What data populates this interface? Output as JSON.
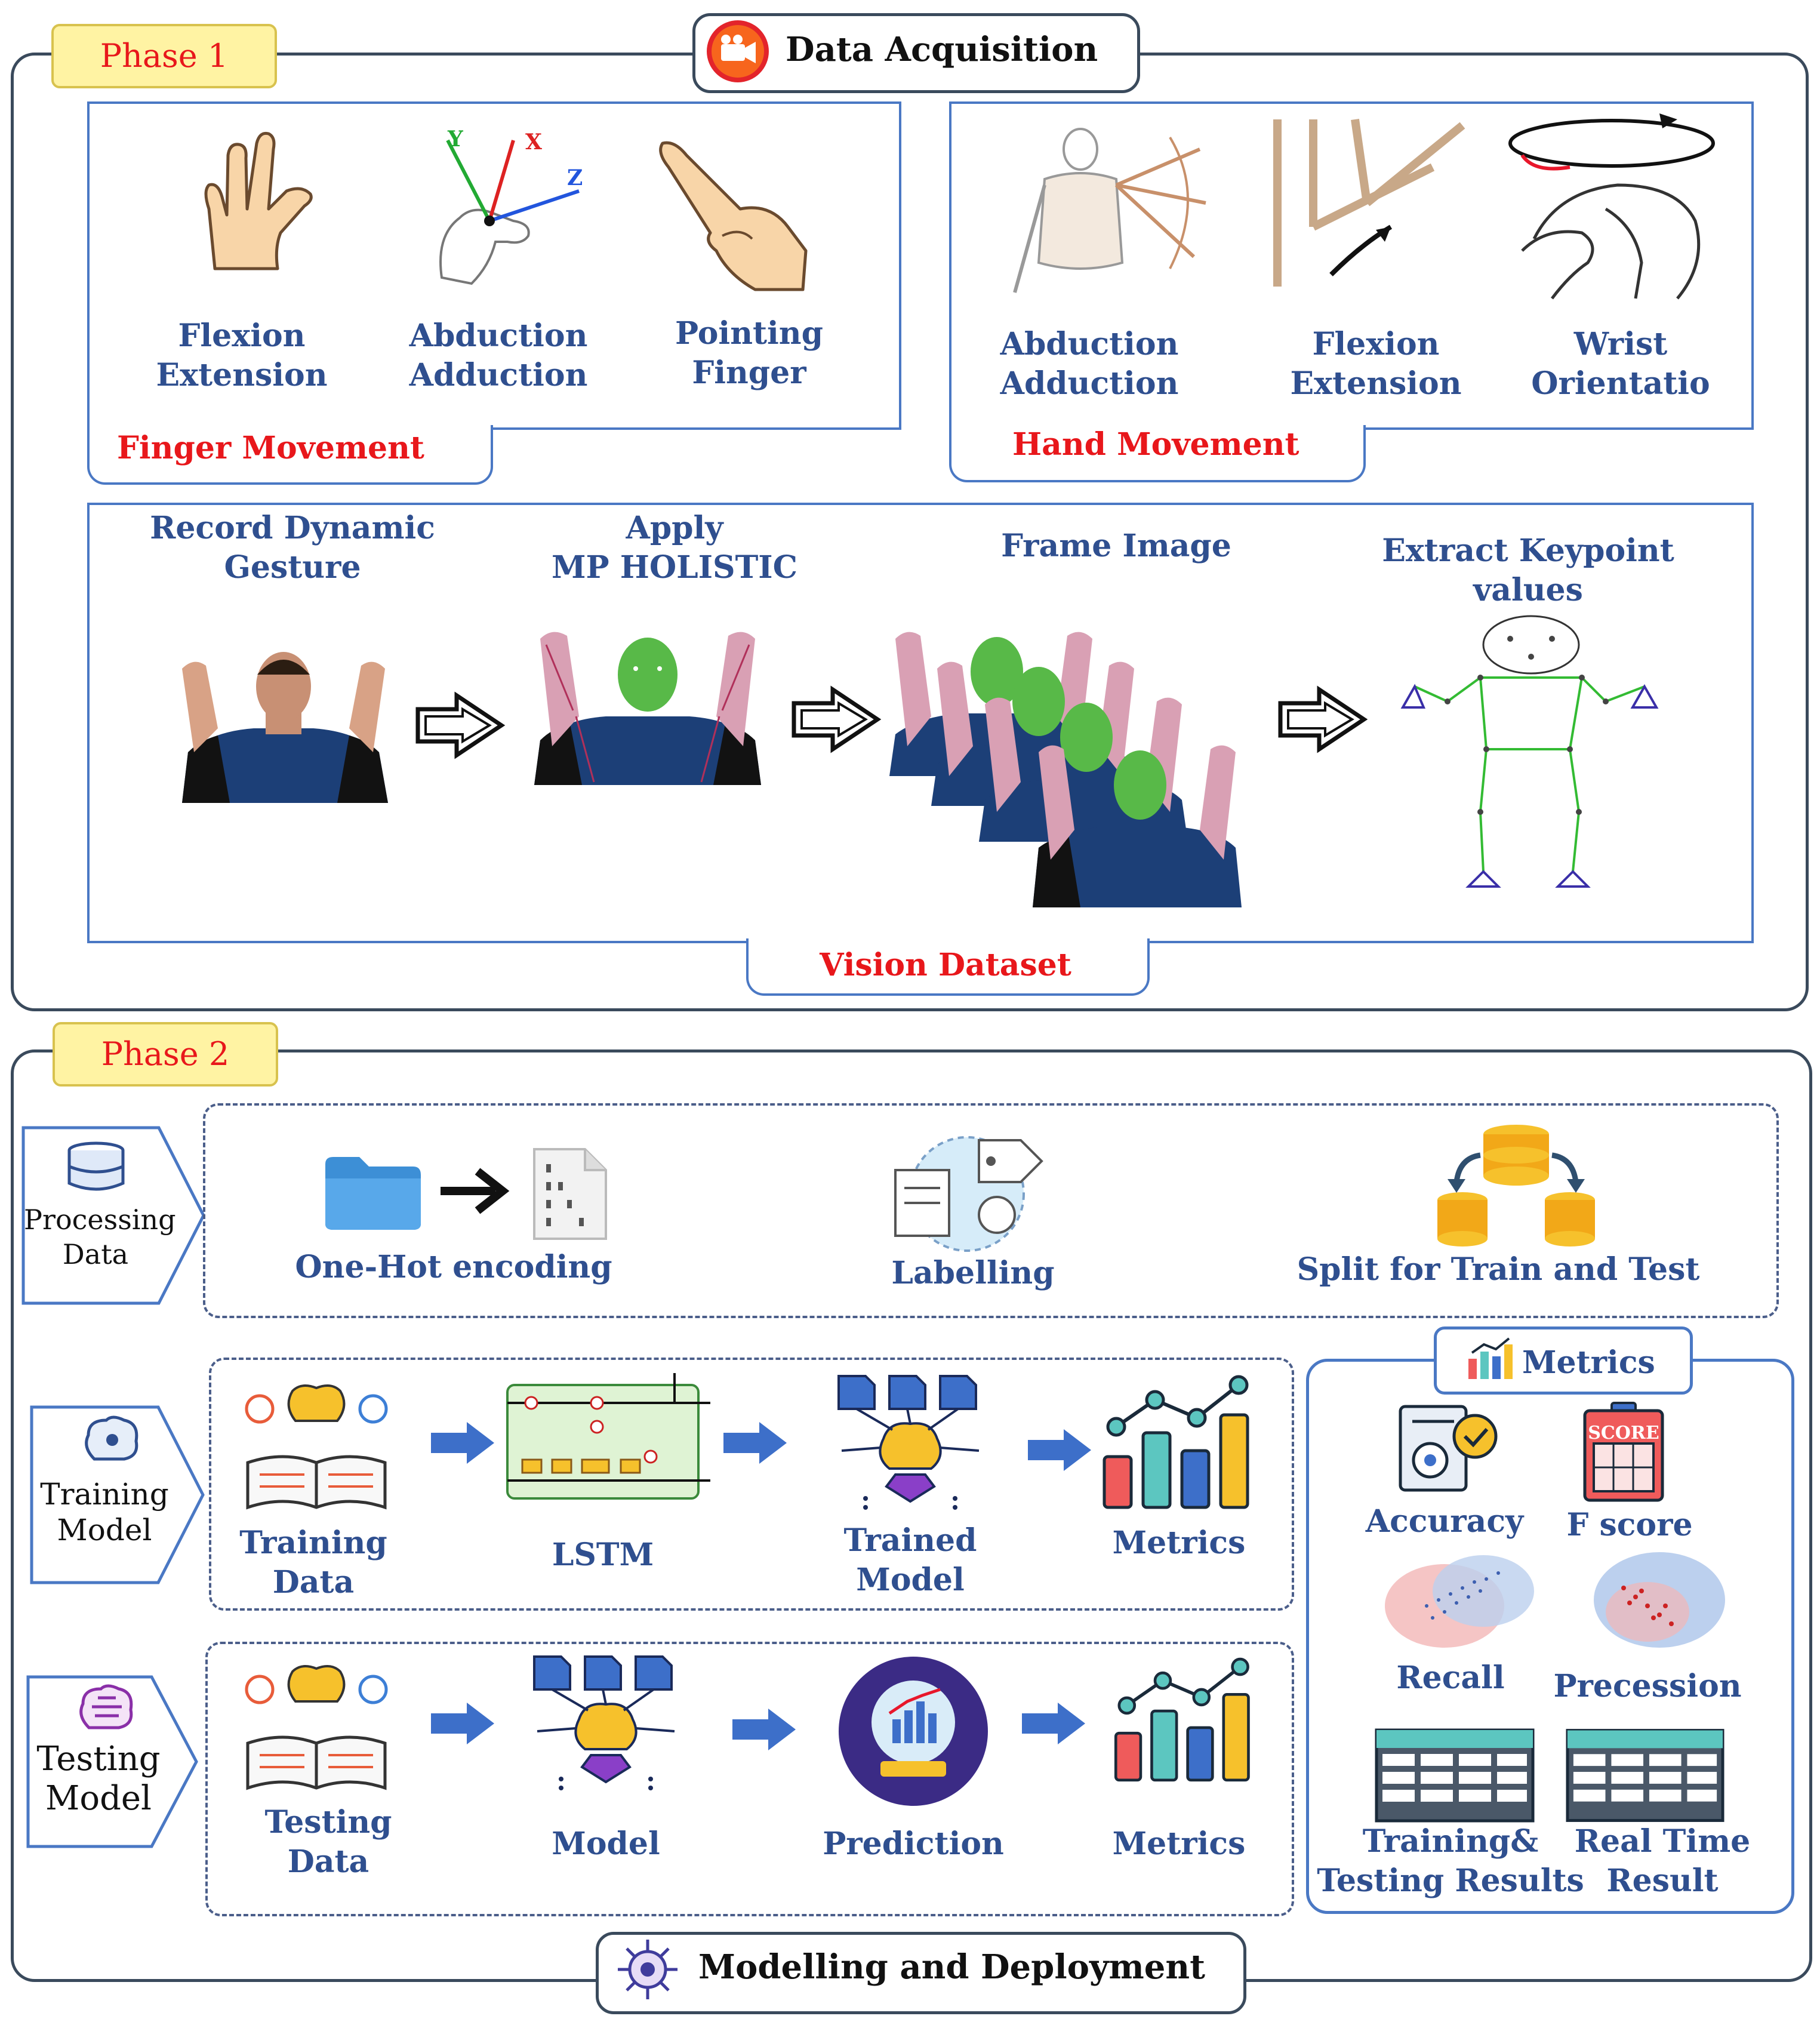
{
  "phase1": {
    "tag": "Phase 1",
    "title": "Data Acquisition",
    "finger": {
      "caption": "Finger Movement",
      "items": [
        {
          "line1": "Flexion",
          "line2": "Extension"
        },
        {
          "line1": "Abduction",
          "line2": "Adduction"
        },
        {
          "line1": "Pointing",
          "line2": "Finger"
        }
      ],
      "axes": {
        "x": "X",
        "y": "Y",
        "z": "Z"
      }
    },
    "hand": {
      "caption": "Hand Movement",
      "items": [
        {
          "line1": "Abduction",
          "line2": "Adduction"
        },
        {
          "line1": "Flexion",
          "line2": "Extension"
        },
        {
          "line1": "Wrist",
          "line2": "Orientatio"
        }
      ]
    },
    "vision": {
      "caption": "Vision Dataset",
      "steps": [
        {
          "line1": "Record Dynamic",
          "line2": "Gesture"
        },
        {
          "line1": "Apply",
          "line2": "MP HOLISTIC"
        },
        {
          "line1": "Frame Image",
          "line2": ""
        },
        {
          "line1": "Extract Keypoint",
          "line2": "values"
        }
      ]
    }
  },
  "phase2": {
    "tag": "Phase 2",
    "title": "Modelling and Deployment",
    "rows": [
      {
        "chevron": {
          "line1": "Processing",
          "line2": "Data"
        },
        "items": [
          {
            "line1": "One-Hot encoding",
            "line2": ""
          },
          {
            "line1": "Labelling",
            "line2": ""
          },
          {
            "line1": "Split for Train and Test",
            "line2": ""
          }
        ]
      },
      {
        "chevron": {
          "line1": "Training",
          "line2": "Model"
        },
        "items": [
          {
            "line1": "Training",
            "line2": "Data"
          },
          {
            "line1": "LSTM",
            "line2": ""
          },
          {
            "line1": "Trained",
            "line2": "Model"
          },
          {
            "line1": "Metrics",
            "line2": ""
          }
        ]
      },
      {
        "chevron": {
          "line1": "Testing",
          "line2": "Model"
        },
        "items": [
          {
            "line1": "Testing",
            "line2": "Data"
          },
          {
            "line1": "Model",
            "line2": ""
          },
          {
            "line1": "Prediction",
            "line2": ""
          },
          {
            "line1": "Metrics",
            "line2": ""
          }
        ]
      }
    ],
    "metrics_panel": {
      "title": "Metrics",
      "items": [
        {
          "line1": "Accuracy",
          "line2": ""
        },
        {
          "line1": "F score",
          "line2": ""
        },
        {
          "line1": "Recall",
          "line2": ""
        },
        {
          "line1": "Precession",
          "line2": ""
        },
        {
          "line1": "Training&",
          "line2": "Testing Results"
        },
        {
          "line1": "Real Time",
          "line2": "Result"
        }
      ],
      "score_badge": "SCORE"
    }
  },
  "colors": {
    "label_blue": "#2f4f8f",
    "caption_red": "#e8171b",
    "panel_border": "#4a78c4",
    "tag_fill": "#fff3a3",
    "arrow_blue": "#3d6fc9"
  }
}
